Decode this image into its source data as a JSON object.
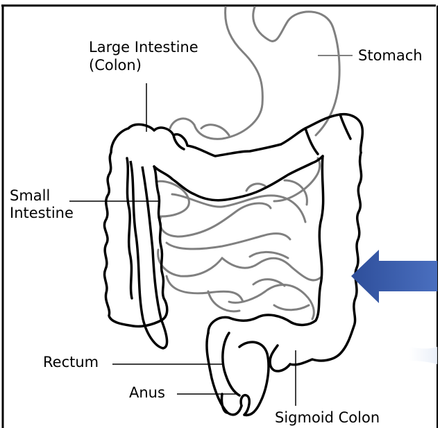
{
  "diagram": {
    "labels": {
      "large_intestine_line1": "Large Intestine",
      "large_intestine_line2": "(Colon)",
      "stomach": "Stomach",
      "small_intestine_line1": "Small",
      "small_intestine_line2": "Intestine",
      "rectum": "Rectum",
      "anus": "Anus",
      "sigmoid_colon": "Sigmoid Colon"
    },
    "colors": {
      "outline": "#000000",
      "organ_gray": "#808080",
      "arrow": "#3a5aa8",
      "background": "#ffffff"
    },
    "icons": {
      "pointer": "left-arrow-icon"
    }
  }
}
